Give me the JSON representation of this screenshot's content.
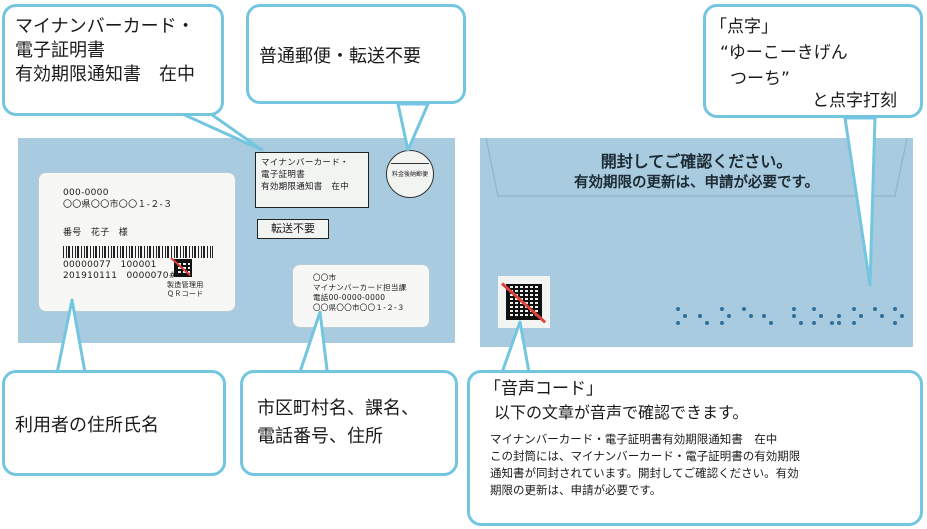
{
  "bubbles": {
    "card_title": {
      "line1": "マイナンバーカード・",
      "line2": "電子証明書",
      "line3": "有効期限通知書　在中"
    },
    "mail_type": "普通郵便・転送不要",
    "braille": {
      "line1": "「点字」",
      "line2": "“ゆーこーきげん",
      "line3": "つーち”",
      "line4": "と点字打刻"
    },
    "recipient": "利用者の住所氏名",
    "office": {
      "line1": "市区町村名、課名、",
      "line2": "電話番号、住所"
    },
    "voice": {
      "title": "「音声コード」",
      "subtitle": "以下の文章が音声で確認できます。",
      "body1": "マイナンバーカード・電子証明書有効期限通知書　在中",
      "body2": "この封筒には、マイナンバーカード・電子証明書の有効期限",
      "body3": "通知書が同封されています。開封してご確認ください。有効",
      "body4": "期限の更新は、申請が必要です。"
    }
  },
  "envelope_front": {
    "address_window": {
      "zip": "000-0000",
      "address": "〇〇県〇〇市〇〇１-２-３",
      "name": "番号　花子　様",
      "code1": "00000077　100001",
      "code2": "201910111　0000070#",
      "qr_label1": "製造管理用",
      "qr_label2": "ＱＲコード"
    },
    "label_box": {
      "line1": "マイナンバーカード・",
      "line2": "電子証明書",
      "line3": "有効期限通知書　在中"
    },
    "forward_box": "転送不要",
    "postage_stamp": "料金後納郵便",
    "return_window": {
      "line1": "〇〇市",
      "line2": "マイナンバーカード担当課",
      "line3": "電話00-0000-0000",
      "line4": "〇〇県〇〇市〇〇１-２-３"
    }
  },
  "envelope_back": {
    "line1": "開封してご確認ください。",
    "line2": "有効期限の更新は、申請が必要です。"
  },
  "colors": {
    "bubble_border": "#74c6e0",
    "envelope": "#a9cbe0",
    "slash": "#e0413a",
    "braille_dots": "#2f6f9a"
  }
}
